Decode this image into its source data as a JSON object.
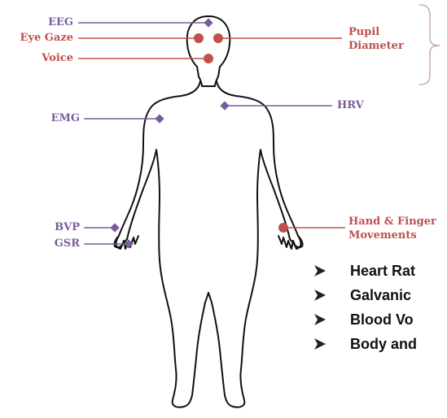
{
  "labels": {
    "eeg": "EEG",
    "eye_gaze": "Eye Gaze",
    "voice": "Voice",
    "emg": "EMG",
    "bvp": "BVP",
    "gsr": "GSR",
    "pupil_diameter_line1": "Pupil",
    "pupil_diameter_line2": "Diameter",
    "hrv": "HRV",
    "hand_finger_line1": "Hand & Finger",
    "hand_finger_line2": "Movements"
  },
  "bullets": [
    {
      "text": "Heart Rat"
    },
    {
      "text": "Galvanic"
    },
    {
      "text": "Blood Vo"
    },
    {
      "text": "Body and"
    }
  ],
  "colors": {
    "purple": "#7a5c9e",
    "red": "#c0504d",
    "body_outline": "#111111",
    "bracket": "#c9a8a8"
  },
  "icons": {
    "bullet": "arrow-bullet-icon",
    "sensor_diamond": "diamond-marker-icon",
    "sensor_dot": "circle-marker-icon"
  }
}
